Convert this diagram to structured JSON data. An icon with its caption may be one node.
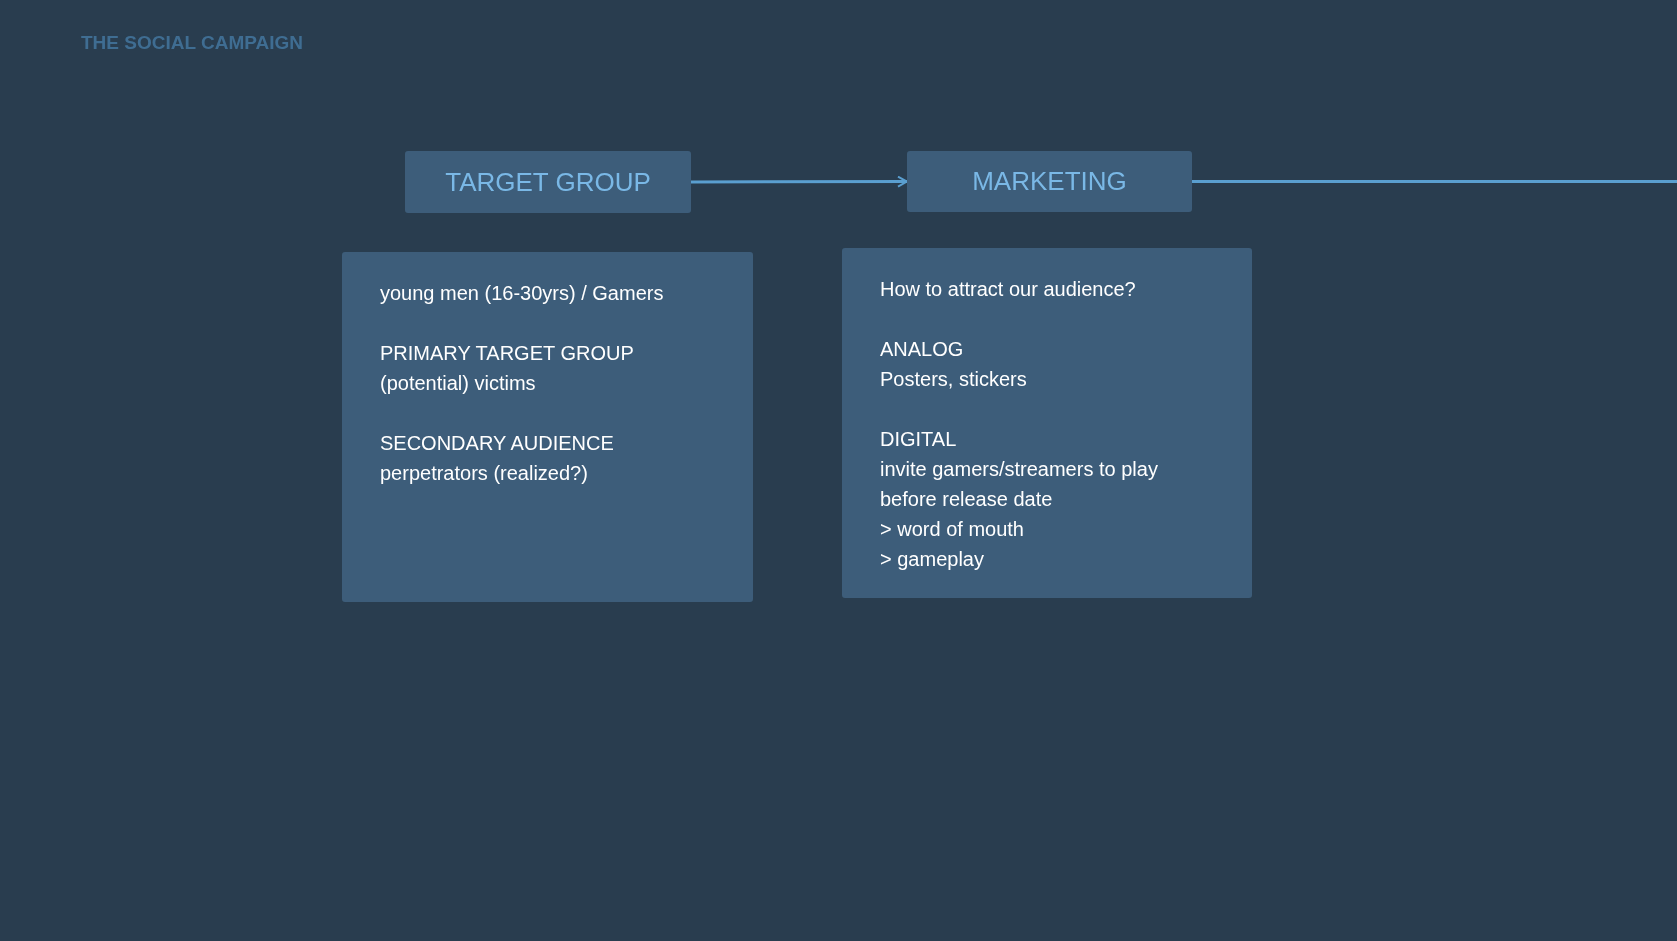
{
  "diagram": {
    "title": "THE SOCIAL CAMPAIGN",
    "nodes": [
      {
        "text": [
          "TARGET GROUP"
        ]
      },
      {
        "text": [
          "MARKETING"
        ]
      },
      {
        "text": [
          "young men (16-30yrs) / Gamers",
          "PRIMARY TARGET GROUP",
          "(potential) victims",
          "SECONDARY AUDIENCE",
          "perpetrators (realized?)"
        ]
      },
      {
        "text": [
          "How to attract our audience?",
          "ANALOG",
          "Posters, stickers",
          "DIGITAL",
          "invite gamers/streamers to play before release date",
          "> word of mouth",
          "> gameplay"
        ]
      }
    ],
    "edges": [
      {
        "from": 0,
        "to": 1,
        "arrow": "to"
      },
      {
        "from": 1,
        "to": null,
        "arrow": "none"
      }
    ]
  }
}
